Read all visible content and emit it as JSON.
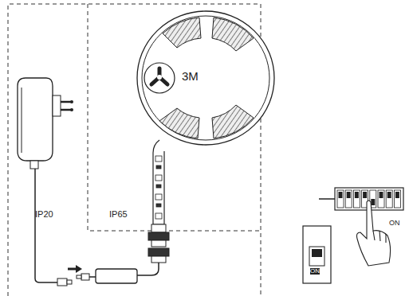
{
  "diagram": {
    "labels": [
      "3M",
      "IP20",
      "IP65",
      "ON",
      "ON"
    ]
  }
}
